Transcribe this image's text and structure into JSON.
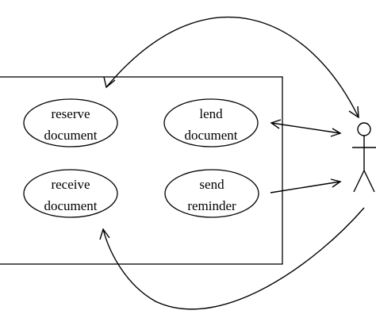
{
  "use_cases": [
    {
      "line1": "reserve",
      "line2": "document"
    },
    {
      "line1": "lend",
      "line2": "document"
    },
    {
      "line1": "receive",
      "line2": "document"
    },
    {
      "line1": "send",
      "line2": "reminder"
    }
  ],
  "colors": {
    "ink": "#000000",
    "background": "#ffffff"
  },
  "icons": {
    "actor": "stick-figure-icon",
    "arrowhead": "open-arrowhead"
  }
}
